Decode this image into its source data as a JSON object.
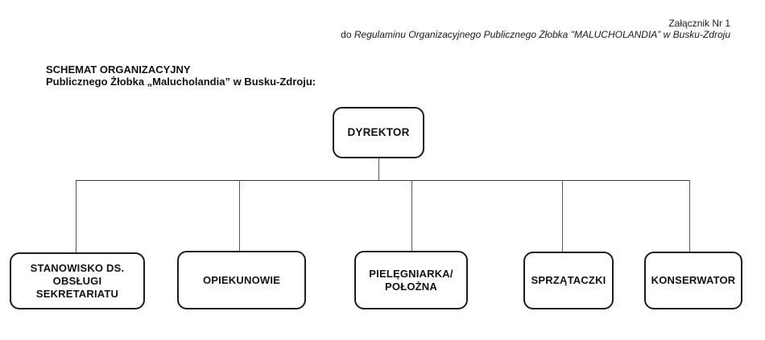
{
  "attachment_note": {
    "line1": "Załącznik Nr 1",
    "line2_prefix": "do ",
    "line2_italic": "Regulaminu Organizacyjnego Publicznego Żłobka \"MALUCHOLANDIA” w Busku-Zdroju"
  },
  "title": {
    "line1": "SCHEMAT ORGANIZACYJNY",
    "line2": "Publicznego Żłobka „Malucholandia” w Busku-Zdroju:"
  },
  "org_chart": {
    "root": {
      "label": "DYREKTOR"
    },
    "children": [
      {
        "label": "STANOWISKO DS.\nOBSŁUGI\nSEKRETARIATU"
      },
      {
        "label": "OPIEKUNOWIE"
      },
      {
        "label": "PIELĘGNIARKA/\nPOŁOŻNA"
      },
      {
        "label": "SPRZĄTACZKI"
      },
      {
        "label": "KONSERWATOR"
      }
    ]
  },
  "colors": {
    "background": "#ffffff",
    "box_border": "#1c1c1c",
    "connector": "#555555",
    "text": "#111111"
  }
}
